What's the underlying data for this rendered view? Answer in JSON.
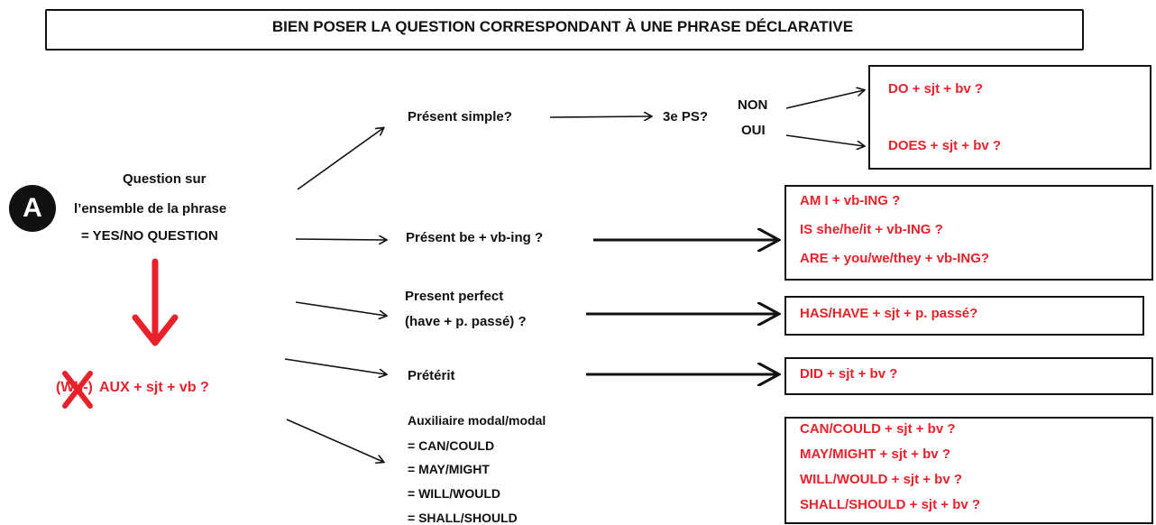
{
  "title": "BIEN POSER LA QUESTION CORRESPONDANT À UNE PHRASE DÉCLARATIVE",
  "badge": "A",
  "question": {
    "line1": "Question sur",
    "line2": "l’ensemble de la phrase",
    "line3": "= YES/NO QUESTION"
  },
  "aux_rule": {
    "wh": "(Wh-)",
    "rest": "AUX + sjt + vb ?"
  },
  "branches": {
    "present_simple": "Présent simple?",
    "third_person": "3e PS?",
    "non": "NON",
    "oui": "OUI",
    "present_be": "Présent be + vb-ing ?",
    "present_perfect_1": "Present perfect",
    "present_perfect_2": "(have + p. passé) ?",
    "preterit": "Prétérit",
    "modal": [
      "Auxiliaire modal/modal",
      "= CAN/COULD",
      "= MAY/MIGHT",
      "= WILL/WOULD",
      "= SHALL/SHOULD"
    ]
  },
  "answers": {
    "do": "DO + sjt + bv ?",
    "does": "DOES + sjt + bv ?",
    "be": [
      "AM  I + vb-ING ?",
      "IS she/he/it + vb-ING ?",
      "ARE + you/we/they + vb-ING?"
    ],
    "perfect": "HAS/HAVE + sjt + p. passé?",
    "did": "DID + sjt + bv ?",
    "modal": [
      "CAN/COULD + sjt + bv ?",
      "MAY/MIGHT + sjt + bv ?",
      "WILL/WOULD + sjt + bv ?",
      "SHALL/SHOULD + sjt + bv ?"
    ]
  },
  "colors": {
    "red": "#e8222b",
    "ink": "#111111"
  }
}
